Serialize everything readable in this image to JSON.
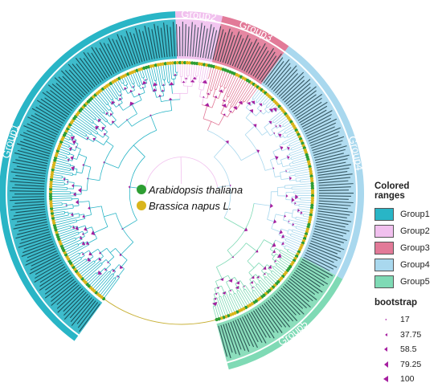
{
  "tree": {
    "groups": [
      {
        "label": "Group1",
        "color": "#29b5c6",
        "start_deg": 216,
        "end_deg": 358
      },
      {
        "label": "Group2",
        "color": "#f1c0ee",
        "start_deg": 358,
        "end_deg": 373
      },
      {
        "label": "Group3",
        "color": "#e27a98",
        "start_deg": 373,
        "end_deg": 396
      },
      {
        "label": "Group4",
        "color": "#a9d8ee",
        "start_deg": 396,
        "end_deg": 478
      },
      {
        "label": "Group5",
        "color": "#7fdab5",
        "start_deg": 478,
        "end_deg": 525
      }
    ],
    "species": [
      {
        "label": "Arabidopsis thaliana",
        "color": "#2e9e33"
      },
      {
        "label": "Brassica napus L.",
        "color": "#d9b51c"
      }
    ]
  },
  "legend": {
    "colored_ranges_title": "Colored ranges",
    "ranges": [
      {
        "label": "Group1",
        "color": "#29b5c6"
      },
      {
        "label": "Group2",
        "color": "#f1c0ee"
      },
      {
        "label": "Group3",
        "color": "#e27a98"
      },
      {
        "label": "Group4",
        "color": "#a9d8ee"
      },
      {
        "label": "Group5",
        "color": "#7fdab5"
      }
    ],
    "bootstrap_title": "bootstrap",
    "bootstrap": [
      {
        "label": "17",
        "value": 17
      },
      {
        "label": "37.75",
        "value": 37.75
      },
      {
        "label": "58.5",
        "value": 58.5
      },
      {
        "label": "79.25",
        "value": 79.25
      },
      {
        "label": "100",
        "value": 100
      }
    ],
    "bootstrap_color": "#a61fa0"
  }
}
